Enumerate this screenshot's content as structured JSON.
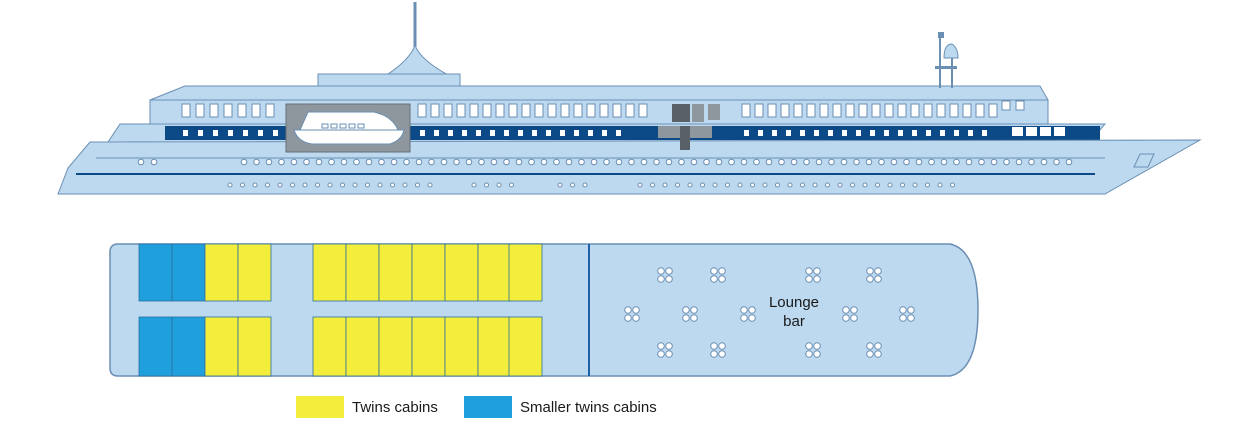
{
  "colors": {
    "hull": "#bcd9f0",
    "hull_stroke": "#6a8fb3",
    "dark_band": "#0b4a86",
    "twin": "#f3ee3c",
    "smaller_twin": "#1f9fdc",
    "deck": "#bcd9f0"
  },
  "deck_plan": {
    "lounge_label_line1": "Lounge",
    "lounge_label_line2": "bar"
  },
  "legend": [
    {
      "label": "Twins cabins",
      "color": "#f3ee3c"
    },
    {
      "label": "Smaller twins cabins",
      "color": "#1f9fdc"
    }
  ]
}
